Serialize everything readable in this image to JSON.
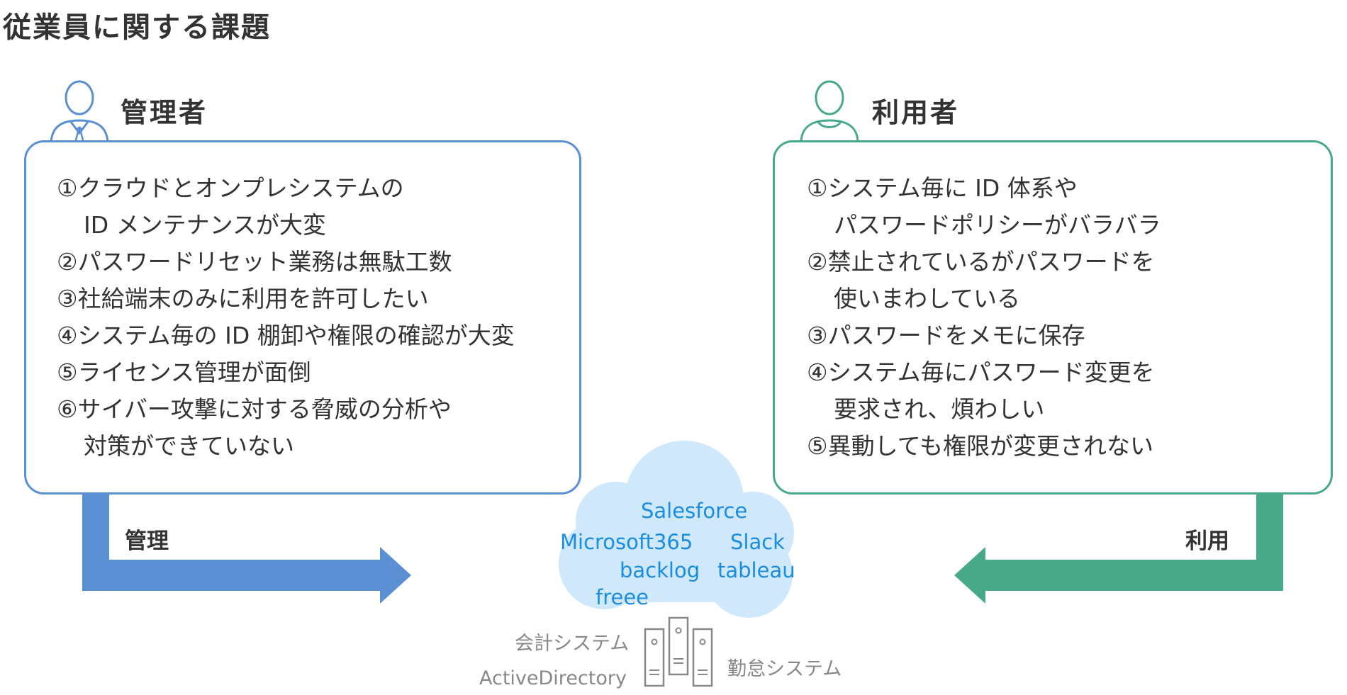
{
  "page": {
    "title": "従業員に関する課題"
  },
  "admin": {
    "label": "管理者",
    "items": [
      {
        "line1": "①クラウドとオンプレシステムの",
        "line2": "ID メンテナンスが大変"
      },
      {
        "line1": "②パスワードリセット業務は無駄工数",
        "line2": ""
      },
      {
        "line1": "③社給端末のみに利用を許可したい",
        "line2": ""
      },
      {
        "line1": "④システム毎の ID 棚卸や権限の確認が大変",
        "line2": ""
      },
      {
        "line1": "⑤ライセンス管理が面倒",
        "line2": ""
      },
      {
        "line1": "⑥サイバー攻撃に対する脅威の分析や",
        "line2": "対策ができていない"
      }
    ],
    "arrow_label": "管理",
    "color": "#5a8fd3"
  },
  "user": {
    "label": "利用者",
    "items": [
      {
        "line1": "①システム毎に ID 体系や",
        "line2": "パスワードポリシーがバラバラ"
      },
      {
        "line1": "②禁止されているがパスワードを",
        "line2": "使いまわしている"
      },
      {
        "line1": "③パスワードをメモに保存",
        "line2": ""
      },
      {
        "line1": "④システム毎にパスワード変更を",
        "line2": "要求され、煩わしい"
      },
      {
        "line1": "⑤異動しても権限が変更されない",
        "line2": ""
      }
    ],
    "arrow_label": "利用",
    "color": "#47a987"
  },
  "cloud": {
    "color": "#cfe8fc",
    "text_color": "#1a8de0",
    "services": [
      "Salesforce",
      "Microsoft365",
      "Slack",
      "backlog",
      "tableau",
      "freee"
    ]
  },
  "onprem": {
    "systems": [
      "会計システム",
      "ActiveDirectory",
      "勤怠システム"
    ],
    "icon": "server-icon"
  }
}
